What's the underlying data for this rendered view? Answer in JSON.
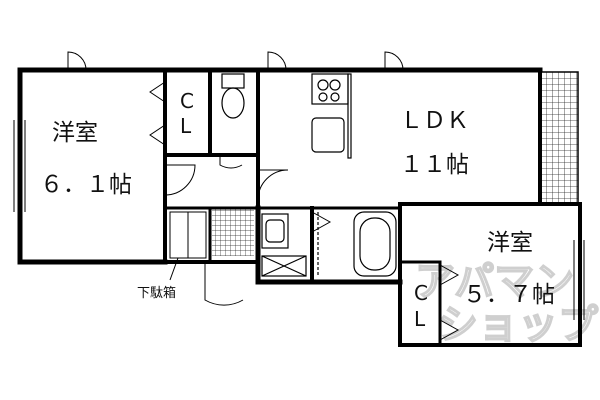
{
  "rooms": {
    "western_room_left": {
      "name": "洋室",
      "size": "６．１帖"
    },
    "closet_left": {
      "line1": "C",
      "line2": "L"
    },
    "ldk": {
      "name": "ＬＤＫ",
      "size": "１１帖"
    },
    "western_room_right": {
      "name": "洋室",
      "size": "５．７帖"
    },
    "closet_right": {
      "line1": "C",
      "line2": "L"
    }
  },
  "labels": {
    "shoe_box": "下駄箱"
  },
  "watermark": {
    "line1": "アパマン",
    "line2": "ショップ"
  },
  "colors": {
    "wall": "#000000",
    "hatch": "#222222",
    "watermark": "#cfcfcf"
  }
}
